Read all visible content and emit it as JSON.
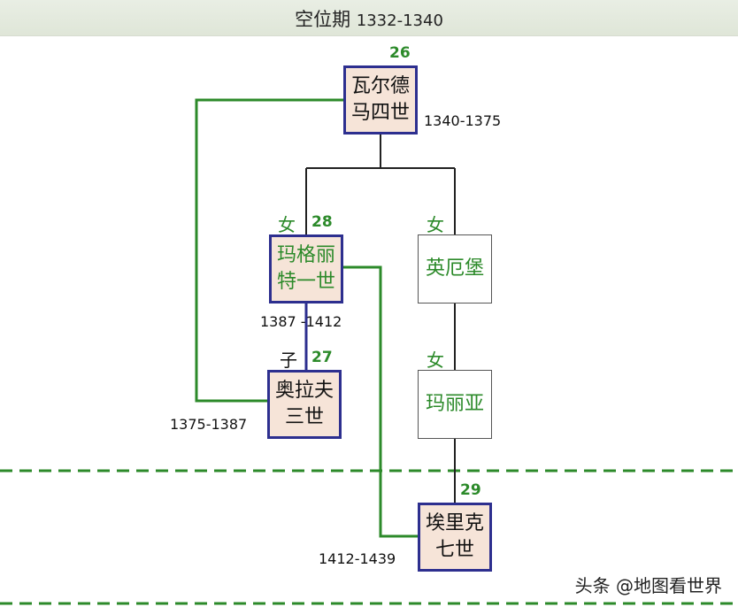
{
  "header": {
    "title_cn": "空位期",
    "title_years": "1332-1340"
  },
  "nodes": {
    "valdemar": {
      "num": "26",
      "line1": "瓦尔德",
      "line2": "马四世",
      "years": "1340-1375"
    },
    "margaret": {
      "relation": "女",
      "num": "28",
      "line1": "玛格丽",
      "line2": "特一世",
      "years": "1387 -1412"
    },
    "ingeborg": {
      "relation": "女",
      "line1": "英厄堡"
    },
    "maria": {
      "relation": "女",
      "line1": "玛丽亚"
    },
    "olaf": {
      "relation": "子",
      "num": "27",
      "line1": "奥拉夫",
      "line2": "三世",
      "years": "1375-1387"
    },
    "eric": {
      "num": "29",
      "line1": "埃里克",
      "line2": "七世",
      "years": "1412-1439"
    }
  },
  "watermark": "头条 @地图看世界",
  "colors": {
    "green": "#2c8a2a",
    "navy": "#2d2f8f",
    "black": "#222222",
    "king_fill": "#f6e4d8"
  }
}
